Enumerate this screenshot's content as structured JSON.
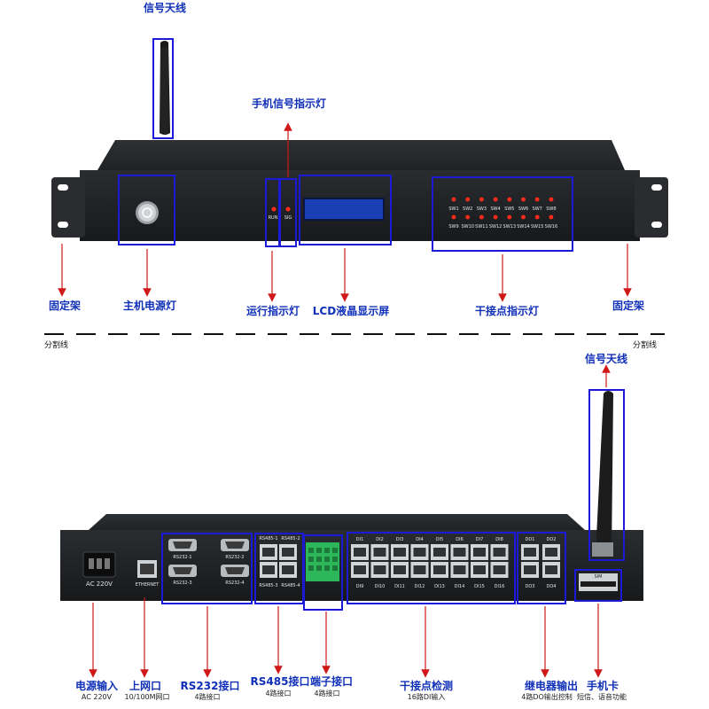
{
  "front": {
    "antenna_label": "信号天线",
    "sim_indicator_label": "手机信号指示灯",
    "mount_left_label": "固定架",
    "power_light_label": "主机电源灯",
    "run_indicator_label": "运行指示灯",
    "lcd_label": "LCD液晶显示屏",
    "dry_contact_indicator_label": "干接点指示灯",
    "mount_right_label": "固定架",
    "panel": {
      "run": "RUN",
      "sig": "SIG",
      "sw_row1": [
        "SW1",
        "SW2",
        "SW3",
        "SW4",
        "SW5",
        "SW6",
        "SW7",
        "SW8"
      ],
      "sw_row2": [
        "SW9",
        "SW10",
        "SW11",
        "SW12",
        "SW13",
        "SW14",
        "SW15",
        "SW16"
      ]
    }
  },
  "divider": {
    "left": "分割线",
    "right": "分割线"
  },
  "back": {
    "antenna_label": "信号天线",
    "callouts": [
      {
        "title": "电源输入",
        "sub": "AC 220V"
      },
      {
        "title": "上网口",
        "sub": "10/100M网口"
      },
      {
        "title": "RS232接口",
        "sub": "4路接口"
      },
      {
        "title": "RS485接口",
        "sub": "4路接口"
      },
      {
        "title": "端子接口",
        "sub": "4路接口"
      },
      {
        "title": "干接点检测",
        "sub": "16路DI输入"
      },
      {
        "title": "继电器输出",
        "sub": "4路DO输出控制"
      },
      {
        "title": "手机卡",
        "sub": "短信、语音功能"
      }
    ],
    "panel": {
      "ac": "AC  220V",
      "ethernet": "ETHERNET",
      "rs232": [
        "RS232-1",
        "RS232-2",
        "RS232-3",
        "RS232-4"
      ],
      "rs485": [
        "RS485-1",
        "RS485-2",
        "RS485-3",
        "RS485-4"
      ],
      "di_top": [
        "DI1",
        "DI2",
        "DI3",
        "DI4",
        "DI5",
        "DI6",
        "DI7",
        "DI8"
      ],
      "di_bottom": [
        "DI9",
        "DI10",
        "DI11",
        "DI12",
        "DI13",
        "DI14",
        "DI15",
        "DI16"
      ],
      "do_top": [
        "DO1",
        "DO2"
      ],
      "do_bottom": [
        "DO3",
        "DO4"
      ],
      "sim": "SIM"
    }
  }
}
